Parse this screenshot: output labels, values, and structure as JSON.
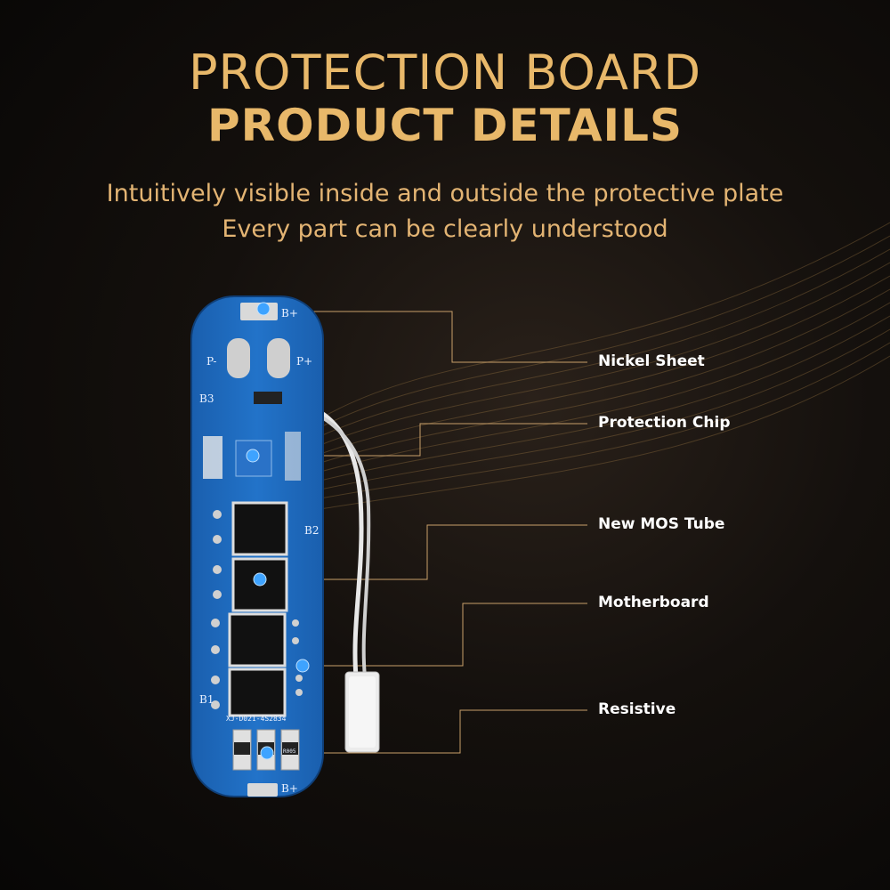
{
  "header": {
    "title_line1": "PROTECTION BOARD",
    "title_line2": "PRODUCT DETAILS",
    "subtitle_line1": "Intuitively visible inside and outside the protective plate",
    "subtitle_line2": "Every part can be clearly understood"
  },
  "callouts": [
    {
      "label": "Nickel Sheet"
    },
    {
      "label": "Protection Chip"
    },
    {
      "label": "New MOS Tube"
    },
    {
      "label": "Motherboard"
    },
    {
      "label": "Resistive"
    }
  ],
  "board": {
    "marks": {
      "b_plus": "B+",
      "p_minus": "P-",
      "p_plus": "P+",
      "b3": "B3",
      "b2": "B2",
      "b1": "B1",
      "model": "XJ-D021-4S2834",
      "resistor": "R005"
    }
  },
  "colors": {
    "accent_gold": "#e8b86a",
    "pcb_blue": "#1f6bbd",
    "marker_blue": "#3ea3ff"
  }
}
